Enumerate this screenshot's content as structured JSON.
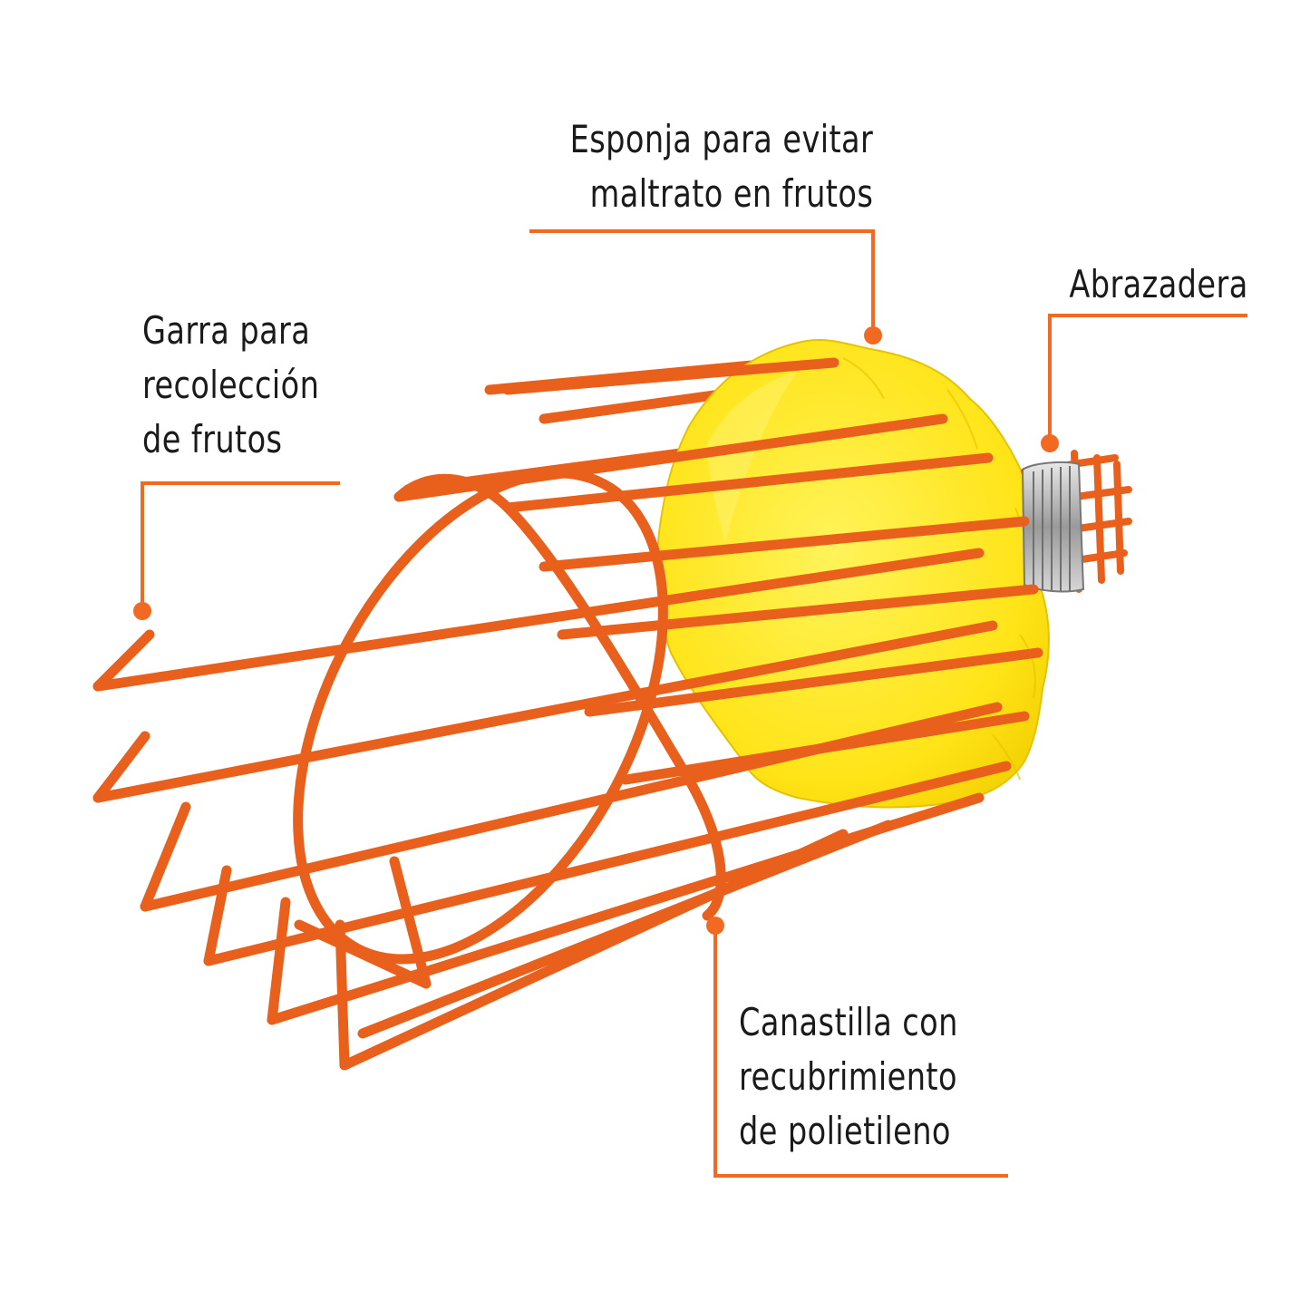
{
  "callouts": {
    "sponge": {
      "lines": [
        "Esponja para evitar",
        "maltrato en frutos"
      ]
    },
    "clamp": {
      "lines": [
        "Abrazadera"
      ]
    },
    "claw": {
      "lines": [
        "Garra para",
        "recolección",
        "de frutos"
      ]
    },
    "basket": {
      "lines": [
        "Canastilla con",
        "recubrimiento",
        "de polietileno"
      ]
    }
  },
  "colors": {
    "accent": "#f26a22",
    "wire": "#e8601c",
    "sponge": "#ffe418",
    "text": "#1a1a1a",
    "background": "#ffffff"
  }
}
